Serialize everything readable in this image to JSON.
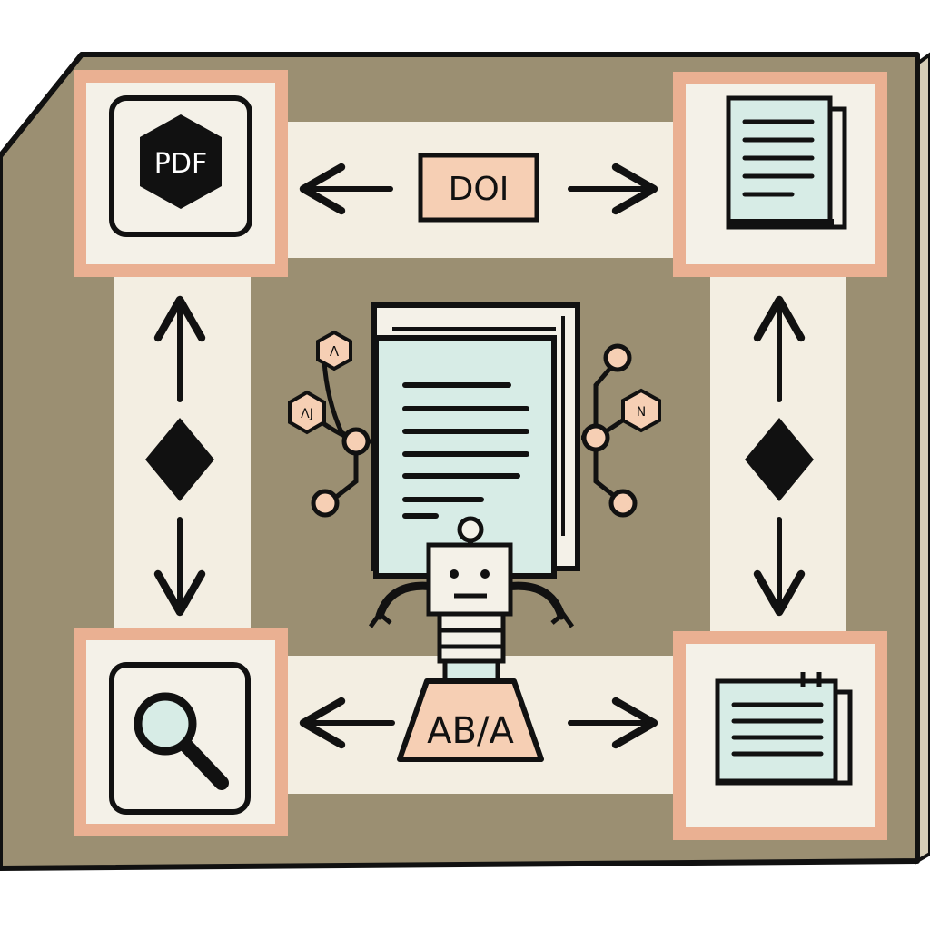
{
  "labels": {
    "pdf": "PDF",
    "doi": "DOI",
    "abia": "AB/A",
    "hex_left_top": "Λ",
    "hex_left_bottom": "ΛJ",
    "hex_right": "Ν"
  },
  "icons": [
    "pdf-hexagon-icon",
    "document-stack-icon",
    "magnifier-icon",
    "note-card-icon",
    "robot-icon",
    "book-icon",
    "diamond-icon"
  ],
  "colors": {
    "board": "#9b8f72",
    "board_side": "#d6cdb6",
    "track": "#f3eee2",
    "frame_border": "#eab092",
    "tile": "#f4f1e8",
    "paper": "#d7ece6",
    "accent": "#f6cfb4",
    "ink": "#111111"
  }
}
